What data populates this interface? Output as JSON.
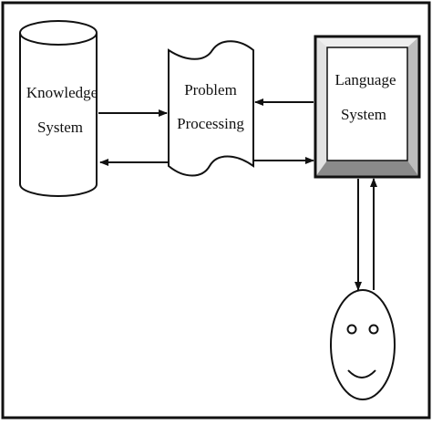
{
  "diagram": {
    "nodes": [
      {
        "id": "knowledge",
        "shape": "cylinder",
        "lines": [
          "Knowledge",
          "System"
        ]
      },
      {
        "id": "problem",
        "shape": "document",
        "lines": [
          "Problem",
          "Processing"
        ]
      },
      {
        "id": "language",
        "shape": "beveled-box",
        "lines": [
          "Language",
          "System"
        ]
      },
      {
        "id": "user",
        "shape": "smiley-face",
        "lines": []
      }
    ],
    "edges": [
      {
        "from": "knowledge",
        "to": "problem"
      },
      {
        "from": "problem",
        "to": "knowledge"
      },
      {
        "from": "language",
        "to": "problem"
      },
      {
        "from": "problem",
        "to": "language"
      },
      {
        "from": "language",
        "to": "user"
      },
      {
        "from": "user",
        "to": "language"
      }
    ],
    "colors": {
      "stroke": "#111111",
      "bevel_light": "#e6e6e6",
      "bevel_dark": "#8a8a8a",
      "background": "#ffffff"
    }
  }
}
